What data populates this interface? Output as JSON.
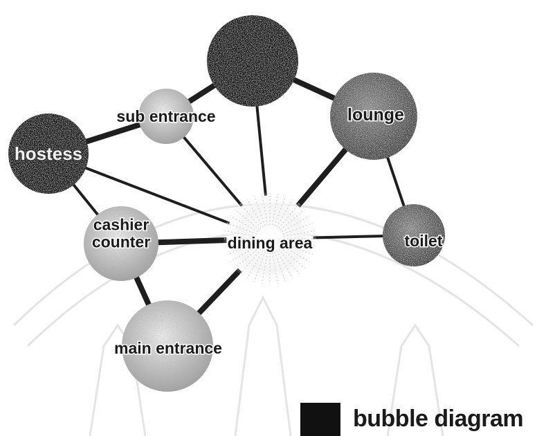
{
  "diagram": {
    "title": "bubble diagram",
    "nodes": [
      {
        "id": "kitchen",
        "label": "",
        "fill": "dark"
      },
      {
        "id": "sub-entrance",
        "label": "sub entrance",
        "fill": "speckle-light"
      },
      {
        "id": "lounge",
        "label": "lounge",
        "fill": "speckle-dark"
      },
      {
        "id": "hostess",
        "label": "hostess",
        "fill": "dark"
      },
      {
        "id": "dining-area",
        "label": "dining area",
        "fill": "radial-light"
      },
      {
        "id": "toilet",
        "label": "toilet",
        "fill": "speckle-dark"
      },
      {
        "id": "cashier-counter",
        "label": "cashier\ncounter",
        "fill": "speckle-light"
      },
      {
        "id": "main-entrance",
        "label": "main entrance",
        "fill": "speckle-light"
      }
    ],
    "edges": [
      {
        "from": "kitchen",
        "to": "sub-entrance",
        "weight": "thick"
      },
      {
        "from": "kitchen",
        "to": "lounge",
        "weight": "thick"
      },
      {
        "from": "kitchen",
        "to": "dining-area",
        "weight": "thin"
      },
      {
        "from": "sub-entrance",
        "to": "hostess",
        "weight": "thick"
      },
      {
        "from": "sub-entrance",
        "to": "dining-area",
        "weight": "thin"
      },
      {
        "from": "hostess",
        "to": "dining-area",
        "weight": "thin"
      },
      {
        "from": "hostess",
        "to": "cashier-counter",
        "weight": "thin"
      },
      {
        "from": "lounge",
        "to": "dining-area",
        "weight": "thick"
      },
      {
        "from": "lounge",
        "to": "toilet",
        "weight": "thin"
      },
      {
        "from": "toilet",
        "to": "dining-area",
        "weight": "thin"
      },
      {
        "from": "cashier-counter",
        "to": "dining-area",
        "weight": "thick"
      },
      {
        "from": "cashier-counter",
        "to": "main-entrance",
        "weight": "thick"
      },
      {
        "from": "main-entrance",
        "to": "dining-area",
        "weight": "thick"
      }
    ]
  }
}
